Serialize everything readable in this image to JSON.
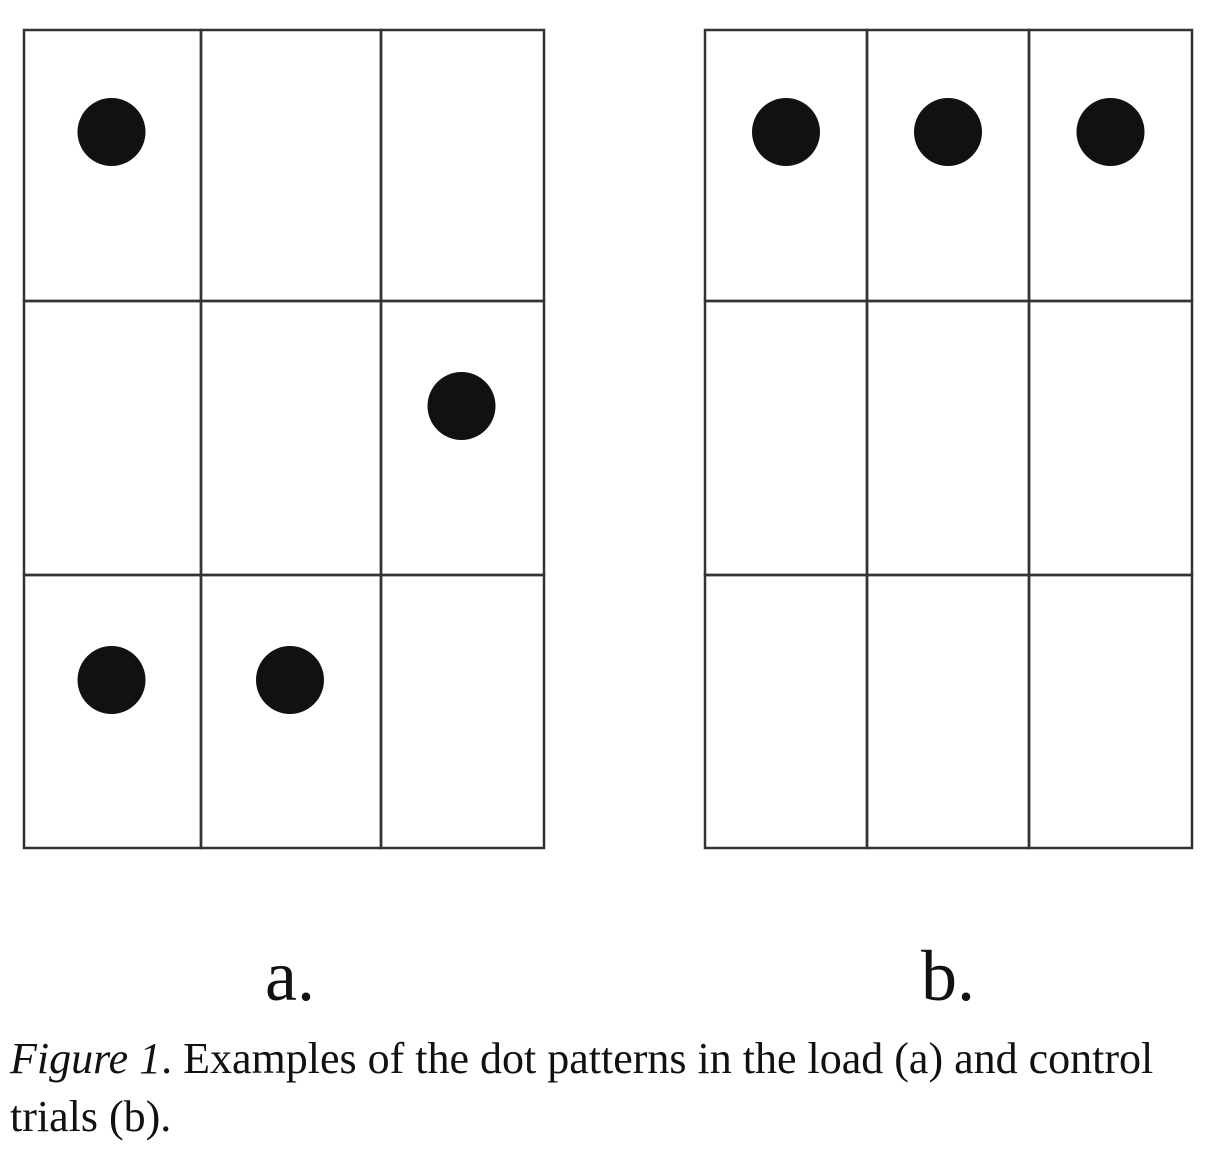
{
  "figure": {
    "panels": [
      {
        "label": "a.",
        "rows": 3,
        "cols": 3,
        "dots": [
          [
            0,
            0
          ],
          [
            1,
            2
          ],
          [
            2,
            0
          ],
          [
            2,
            1
          ]
        ]
      },
      {
        "label": "b.",
        "rows": 3,
        "cols": 3,
        "dots": [
          [
            0,
            0
          ],
          [
            0,
            1
          ],
          [
            0,
            2
          ]
        ]
      }
    ],
    "caption": {
      "label": "Figure 1",
      "text": ". Examples of the dot patterns in the load (a) and control trials (b)."
    },
    "colors": {
      "line": "#333333",
      "dot": "#111111"
    }
  }
}
